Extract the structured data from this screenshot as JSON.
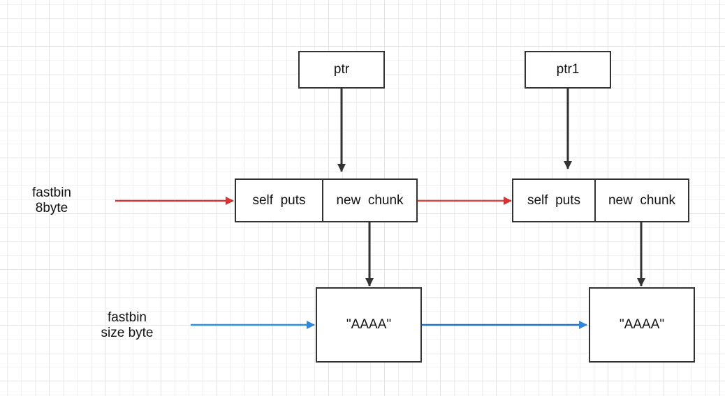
{
  "pointers": {
    "ptr": "ptr",
    "ptr1": "ptr1"
  },
  "chunk1": {
    "self_puts": "self  puts",
    "new_chunk": "new  chunk",
    "data": "\"AAAA\""
  },
  "chunk2": {
    "self_puts": "self  puts",
    "new_chunk": "new  chunk",
    "data": "\"AAAA\""
  },
  "labels": {
    "fastbin_8_line1": "fastbin",
    "fastbin_8_line2": "8byte",
    "fastbin_size_line1": "fastbin",
    "fastbin_size_line2": "size byte"
  },
  "colors": {
    "dark_arrow": "#333333",
    "red_arrow": "#d93232",
    "blue_arrow": "#2a88e0"
  }
}
